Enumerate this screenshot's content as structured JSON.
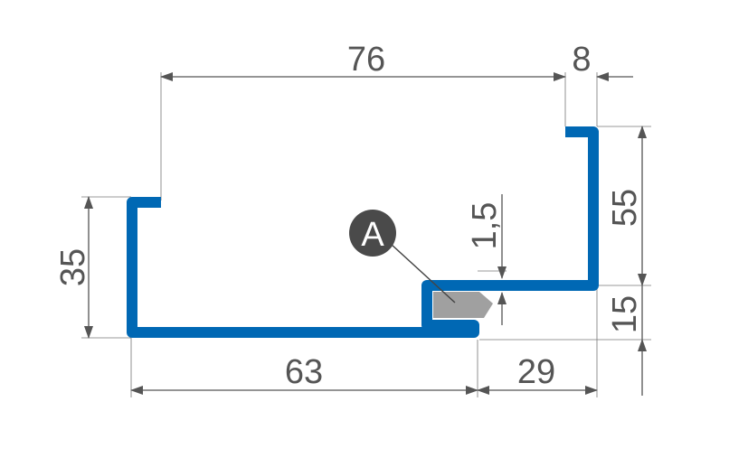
{
  "dimensions": {
    "top_width": "76",
    "lip_width": "8",
    "right_height": "55",
    "left_height": "35",
    "gap": "1,5",
    "bottom_right_height": "15",
    "bottom_left_width": "63",
    "bottom_right_width": "29"
  },
  "callout": {
    "label": "A"
  },
  "colors": {
    "profile": "#0068b4",
    "insert": "#a0a0a0",
    "dimension": "#555555",
    "callout_bg": "#4a4a4a"
  }
}
